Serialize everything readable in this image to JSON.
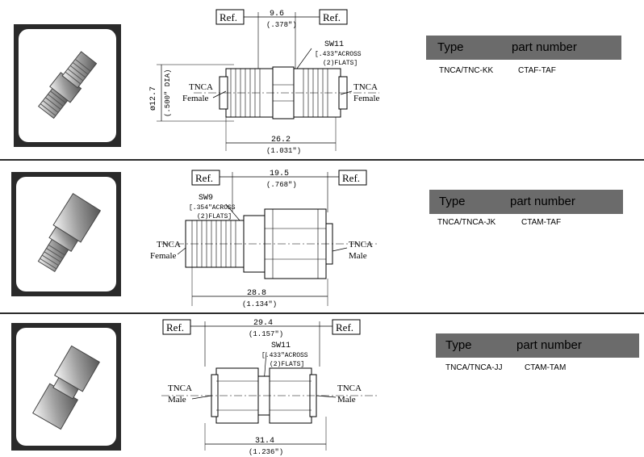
{
  "table_headers": {
    "type": "Type",
    "part_number": "part number"
  },
  "dims": {
    "ref": "Ref."
  },
  "products": [
    {
      "type": "TNCA/TNC-KK",
      "part_number": "CTAF-TAF",
      "left_label": [
        "TNCA",
        "Female"
      ],
      "right_label": [
        "TNCA",
        "Female"
      ],
      "top_dim": "9.6",
      "top_dim_in": "(.378\")",
      "bottom_dim": "26.2",
      "bottom_dim_in": "(1.031\")",
      "wrench": "SW11",
      "wrench_note": [
        "[.433\"ACROSS",
        "(2)FLATS]"
      ],
      "dia": "ø12.7",
      "dia_in": "(.500\" DIA)"
    },
    {
      "type": "TNCA/TNCA-JK",
      "part_number": "CTAM-TAF",
      "left_label": [
        "TNCA",
        "Female"
      ],
      "right_label": [
        "TNCA",
        "Male"
      ],
      "top_dim": "19.5",
      "top_dim_in": "(.768\")",
      "bottom_dim": "28.8",
      "bottom_dim_in": "(1.134\")",
      "wrench": "SW9",
      "wrench_note": [
        "[.354\"ACROSS",
        "(2)FLATS]"
      ]
    },
    {
      "type": "TNCA/TNCA-JJ",
      "part_number": "CTAM-TAM",
      "left_label": [
        "TNCA",
        "Male"
      ],
      "right_label": [
        "TNCA",
        "Male"
      ],
      "top_dim": "29.4",
      "top_dim_in": "(1.157\")",
      "bottom_dim": "31.4",
      "bottom_dim_in": "(1.236\")",
      "wrench": "SW11",
      "wrench_note": [
        "[.433\"ACROSS",
        "(2)FLATS]"
      ]
    }
  ]
}
